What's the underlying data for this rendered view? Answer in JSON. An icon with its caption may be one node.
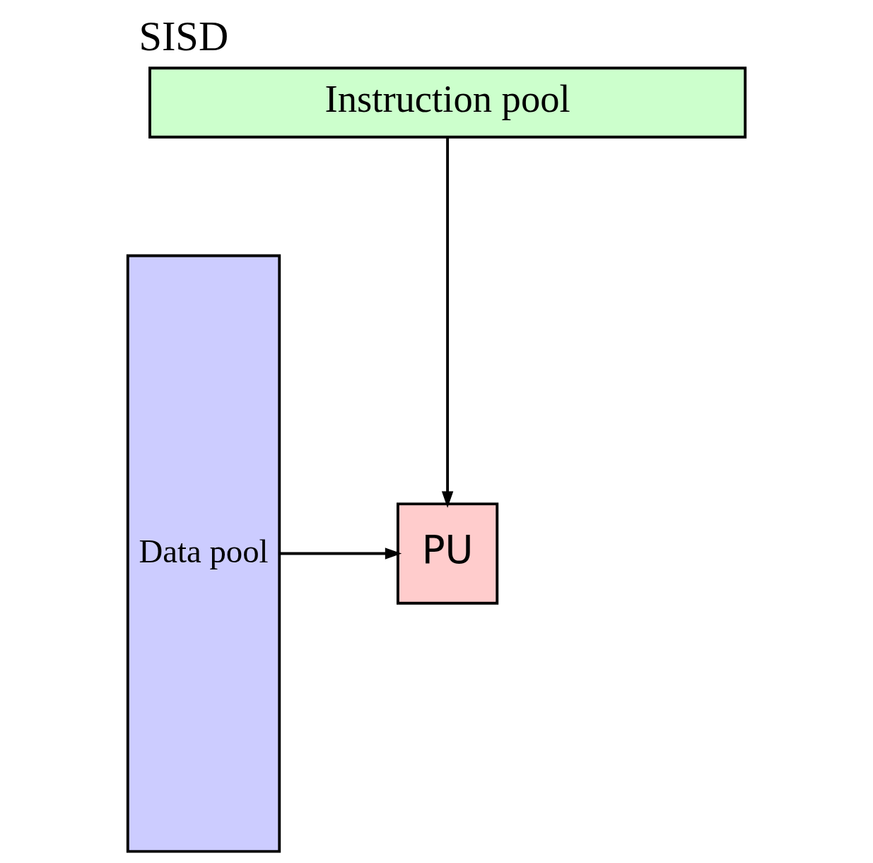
{
  "diagram": {
    "title": "SISD",
    "nodes": [
      {
        "text": [
          "Instruction pool"
        ]
      },
      {
        "text": [
          "Data pool"
        ]
      },
      {
        "text": [
          "PU"
        ]
      }
    ],
    "edges": [
      {
        "from": 1,
        "to": 2,
        "arrow": "to"
      },
      {
        "from": 0,
        "to": 2,
        "arrow": "to"
      }
    ]
  }
}
